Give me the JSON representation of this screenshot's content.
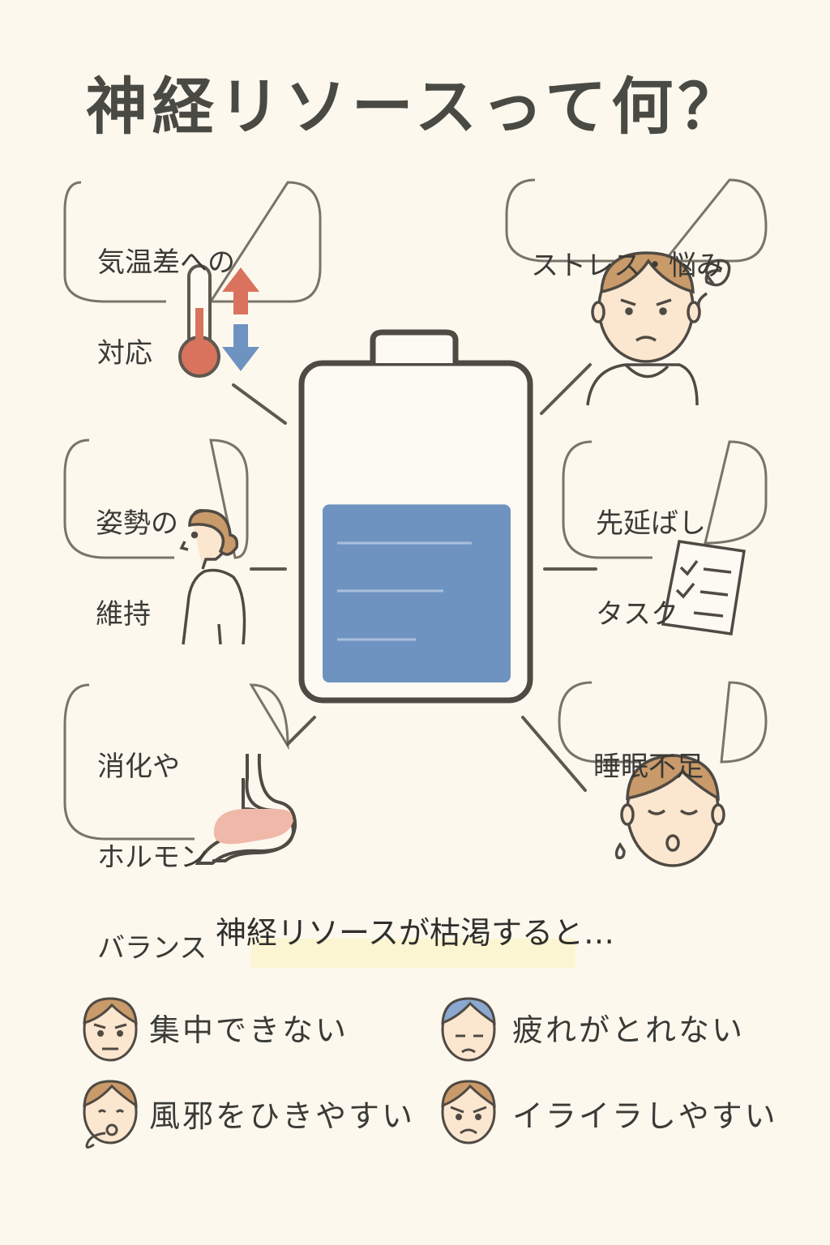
{
  "title": "神経リソースって何？",
  "factors": {
    "temperature": [
      "気温差への",
      "対応"
    ],
    "stress": [
      "ストレス・悩み"
    ],
    "posture": [
      "姿勢の",
      "維持"
    ],
    "procrastination": [
      "先延ばし",
      "タスク"
    ],
    "digestion": [
      "消化や",
      "ホルモン",
      "バランス"
    ],
    "sleep": [
      "睡眠不足"
    ]
  },
  "battery": {
    "fill_level": 0.6,
    "fill_color": "#6f93c0"
  },
  "effects_heading": "神経リソースが枯渇すると…",
  "effects": {
    "concentration": "集中できない",
    "fatigue": "疲れがとれない",
    "cold": "風邪をひきやすい",
    "irritation": "イライラしやすい"
  },
  "colors": {
    "background": "#fcf8ee",
    "line": "#5e584f",
    "skin": "#fbe6cf",
    "hair": "#c99a6a",
    "hot": "#d9735e",
    "cold": "#6f93c0",
    "stomach": "#f0b8a8"
  }
}
